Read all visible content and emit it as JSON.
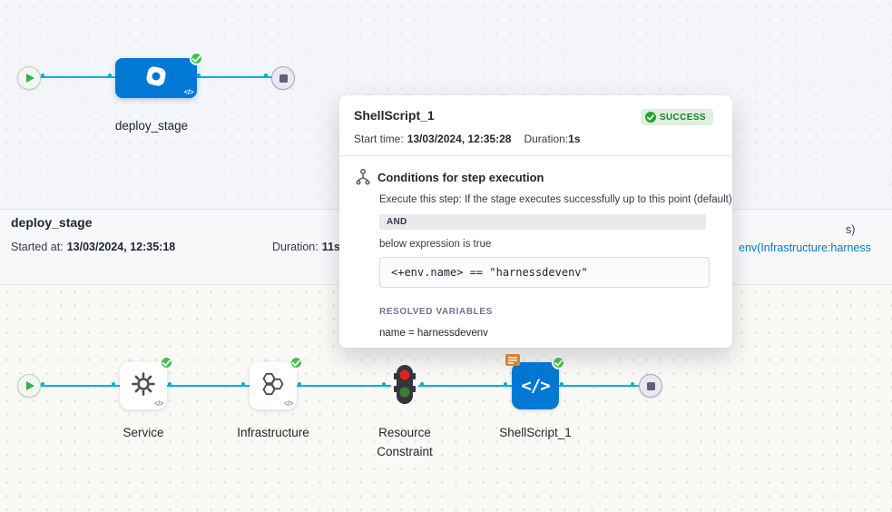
{
  "colors": {
    "accent_blue": "#0278d5",
    "line_blue": "#00ade4",
    "success_green": "#42c24e",
    "badge_bg": "#ddf0dd",
    "badge_text": "#1b7d21"
  },
  "icons": {
    "code_glyph": "</>",
    "play": "play-icon",
    "stop": "stop-icon",
    "stage_logo": "harness-stage-icon",
    "service": "gear-icon",
    "infrastructure": "hexagons-icon",
    "resource_constraint": "traffic-light-icon",
    "shell_script": "code-icon",
    "success": "check-icon",
    "conditions": "conditions-icon",
    "template_badge": "template-badge-icon"
  },
  "top_stage": {
    "label": "deploy_stage"
  },
  "stage_summary": {
    "title": "deploy_stage",
    "started_label": "Started at:",
    "started_value": "13/03/2024, 12:35:18",
    "duration_label": "Duration:",
    "duration_value": "11s",
    "clipped_text_top": "s)",
    "clipped_link": "env(Infrastructure:harness"
  },
  "popover": {
    "title": "ShellScript_1",
    "status_label": "SUCCESS",
    "start_time_label": "Start time:",
    "start_time_value": "13/03/2024, 12:35:28",
    "duration_label": "Duration:",
    "duration_value": "1s",
    "conditions": {
      "heading": "Conditions for step execution",
      "description": "Execute this step: If the stage executes successfully up to this point (default)",
      "operator": "AND",
      "expression_intro": "below expression is true",
      "expression": "<+env.name> == \"harnessdevenv\""
    },
    "resolved_variables": {
      "heading": "RESOLVED VARIABLES",
      "entry": "name = harnessdevenv"
    }
  },
  "bottom_pipeline": {
    "nodes": [
      {
        "label": "Service"
      },
      {
        "label": "Infrastructure"
      },
      {
        "label": "Resource Constraint"
      },
      {
        "label": "ShellScript_1"
      }
    ]
  }
}
